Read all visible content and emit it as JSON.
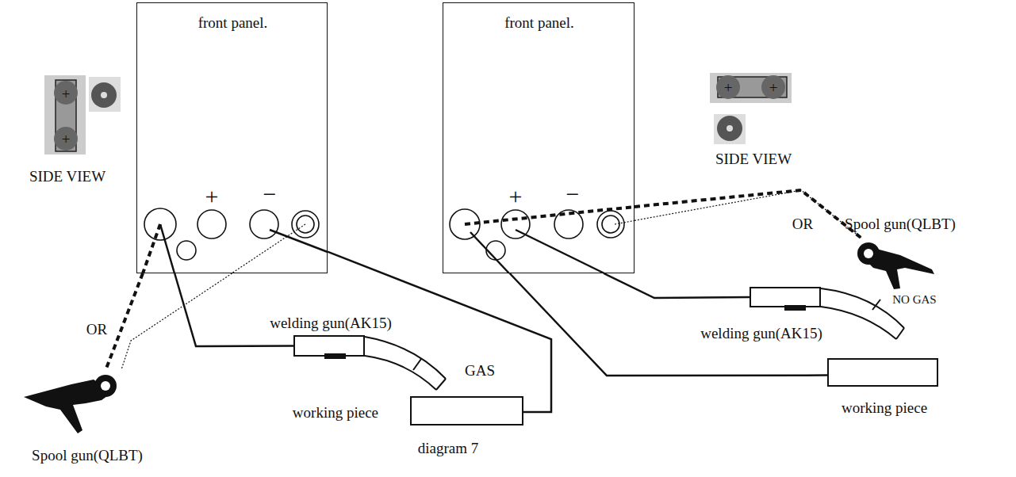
{
  "diagram": {
    "nodes": [
      {
        "text": [
          "front panel."
        ]
      },
      {
        "text": [
          "welding gun(AK15)"
        ]
      },
      {
        "text": [
          "working piece"
        ]
      },
      {
        "text": [
          "Spool gun(QLBT)"
        ]
      },
      {
        "text": [
          "front panel."
        ]
      },
      {
        "text": [
          "welding gun(AK15)"
        ]
      },
      {
        "text": [
          "working piece"
        ]
      },
      {
        "text": [
          "Spool gun(QLBT)"
        ]
      }
    ],
    "edges": [
      {
        "from": 0,
        "to": 1,
        "arrow": "none"
      },
      {
        "from": 0,
        "to": 2,
        "arrow": "none"
      },
      {
        "from": 0,
        "to": 3,
        "arrow": "none"
      },
      {
        "from": 0,
        "to": 3,
        "arrow": "none"
      },
      {
        "from": 4,
        "to": 5,
        "arrow": "none"
      },
      {
        "from": 4,
        "to": 6,
        "arrow": "none"
      },
      {
        "from": 4,
        "to": 7,
        "arrow": "none"
      },
      {
        "from": 4,
        "to": 7,
        "arrow": "none"
      }
    ],
    "labels": [
      "+",
      "−",
      "SIDE VIEW",
      "+",
      "+",
      "OR",
      "GAS",
      "diagram 7",
      "+",
      "−",
      "SIDE VIEW",
      "+",
      "+",
      "OR",
      "NO GAS"
    ]
  }
}
